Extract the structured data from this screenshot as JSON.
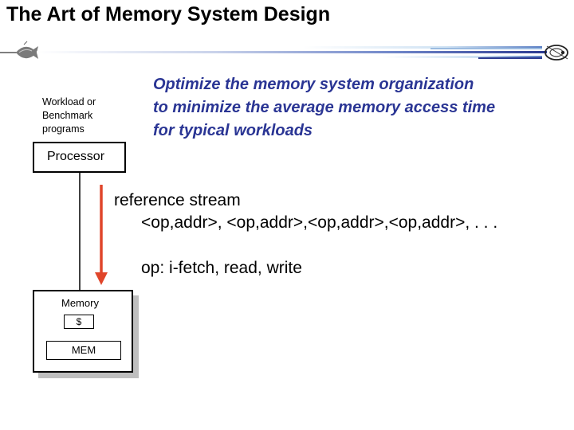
{
  "slide": {
    "title": "The Art of Memory System Design"
  },
  "diagram": {
    "workload_lines": [
      "Workload or",
      "Benchmark",
      "programs"
    ],
    "goal_lines": [
      "Optimize the memory system organization",
      "to minimize the average memory access time",
      "for typical workloads"
    ],
    "processor_label": "Processor",
    "reference_stream_label": "reference stream",
    "reference_stream_sequence": "<op,addr>, <op,addr>,<op,addr>,<op,addr>, . . .",
    "ops_label": "op: i-fetch, read, write",
    "memory_label": "Memory",
    "cache_label": "$",
    "main_memory_label": "MEM"
  },
  "colors": {
    "goal_text": "#2a3594",
    "arrow": "#e0452a",
    "header_accent": "#2b3990"
  },
  "icons": {
    "left_ornament": "fish-icon",
    "right_ornament": "ring-icon"
  }
}
